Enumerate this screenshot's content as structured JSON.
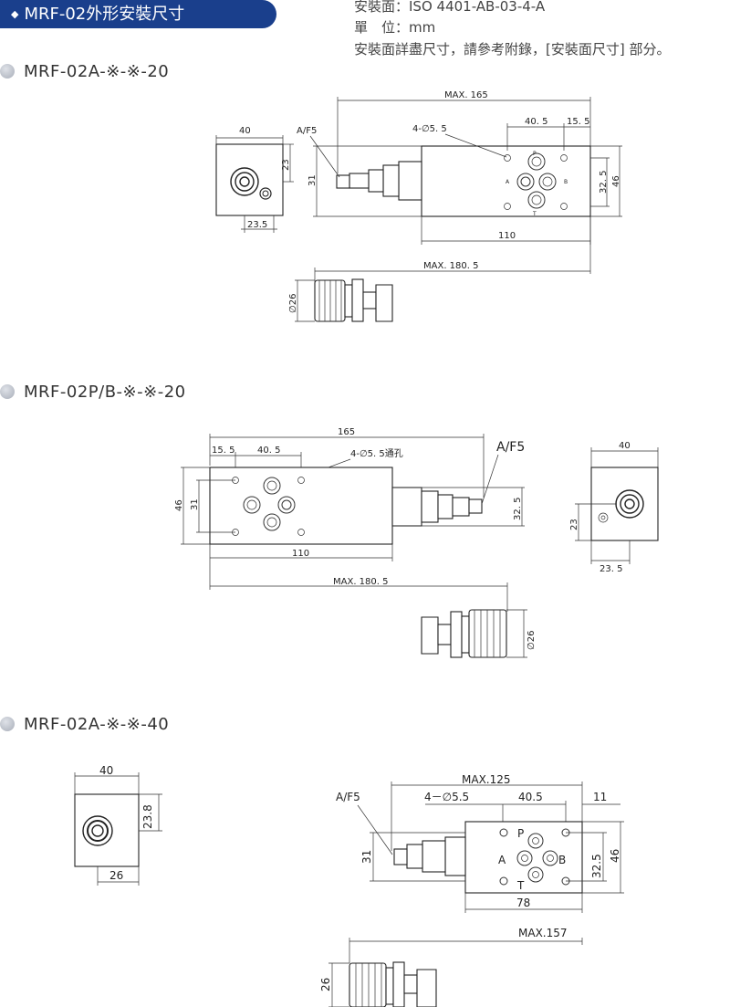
{
  "header": {
    "title": "MRF-02外形安裝尺寸",
    "bullet": "◆"
  },
  "spec": {
    "line1": "安裝面：ISO 4401-AB-03-4-A",
    "line2": "單　位：mm",
    "line3": "安裝面詳盡尺寸，請參考附錄，[安裝面尺寸] 部分。"
  },
  "sections": [
    {
      "title": "MRF-02A-※-※-20"
    },
    {
      "title": "MRF-02P/B-※-※-20"
    },
    {
      "title": "MRF-02A-※-※-40"
    }
  ],
  "labels": {
    "s1": {
      "w40": "40",
      "d23": "23",
      "d31": "31",
      "d23_5": "23.5",
      "af": "A/F5",
      "max165": "MAX. 165",
      "hole": "4-∅5. 5",
      "d40_5": "40. 5",
      "d15_5": "15. 5",
      "d32_5": "32. 5",
      "d46": "46",
      "d110": "110",
      "max180_5": "MAX. 180. 5",
      "dia26": "∅26",
      "P": "P",
      "A": "A",
      "B": "B",
      "T": "T"
    },
    "s2": {
      "d165": "165",
      "d15_5": "15. 5",
      "d40_5": "40. 5",
      "hole": "4-∅5. 5通孔",
      "af": "A/F5",
      "d46": "46",
      "d31": "31",
      "d32_5": "32. 5",
      "d110": "110",
      "max180_5": "MAX. 180. 5",
      "dia26": "∅26",
      "w40": "40",
      "d23": "23",
      "d23_5": "23. 5"
    },
    "s3": {
      "w40": "40",
      "d23_8": "23.8",
      "d26": "26",
      "max125": "MAX.125",
      "af": "A/F5",
      "hole": "4－∅5.5",
      "d40_5": "40.5",
      "d11": "11",
      "d31": "31",
      "d32_5": "32.5",
      "d46": "46",
      "d78": "78",
      "max157": "MAX.157",
      "d26b": "26",
      "P": "P",
      "A": "A",
      "B": "B",
      "T": "T"
    }
  },
  "colors": {
    "header_bg": "#1a3f8c",
    "line": "#333333"
  }
}
